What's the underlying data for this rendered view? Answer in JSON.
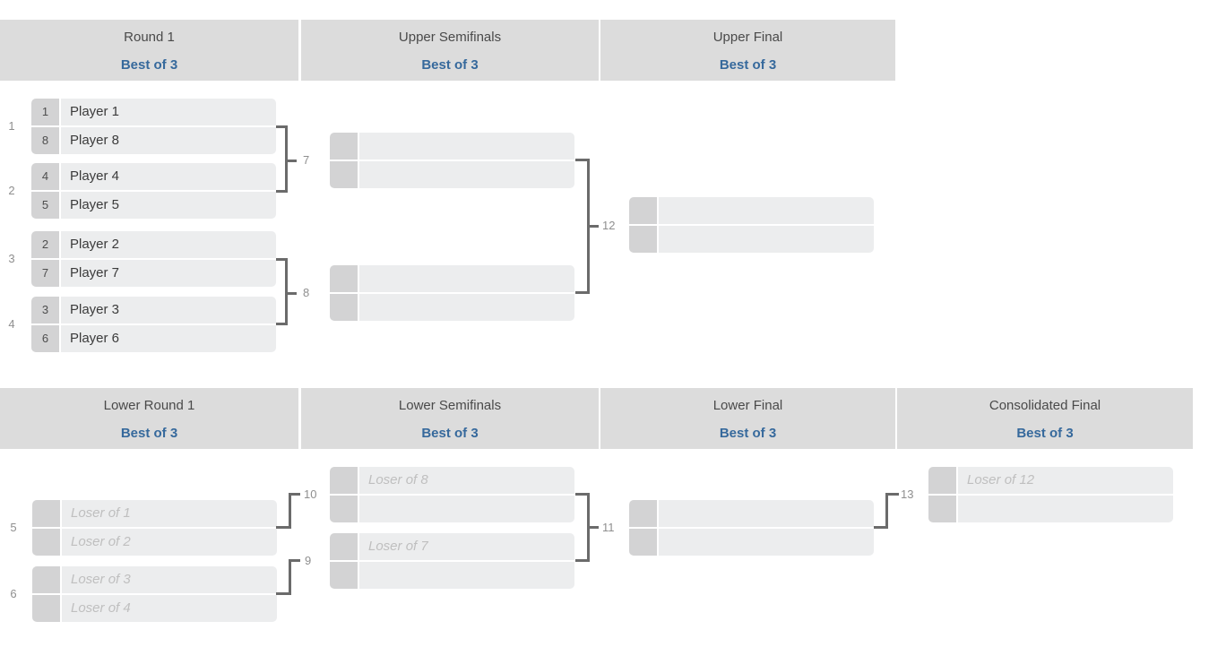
{
  "colors": {
    "accent_blue": "#36699c",
    "header_bg": "#dcdcdc",
    "slot_bg": "#ecedee",
    "seed_bg": "#d3d3d4",
    "connector": "#6b6b6b",
    "hint_text": "#bfbfbf"
  },
  "upper_bracket": {
    "headers": [
      {
        "title": "Round 1",
        "subtitle": "Best of 3"
      },
      {
        "title": "Upper Semifinals",
        "subtitle": "Best of 3"
      },
      {
        "title": "Upper Final",
        "subtitle": "Best of 3"
      }
    ],
    "matches": {
      "m1": {
        "label": "1",
        "slots": [
          {
            "seed": "1",
            "name": "Player 1"
          },
          {
            "seed": "8",
            "name": "Player 8"
          }
        ]
      },
      "m2": {
        "label": "2",
        "slots": [
          {
            "seed": "4",
            "name": "Player 4"
          },
          {
            "seed": "5",
            "name": "Player 5"
          }
        ]
      },
      "m3": {
        "label": "3",
        "slots": [
          {
            "seed": "2",
            "name": "Player 2"
          },
          {
            "seed": "7",
            "name": "Player 7"
          }
        ]
      },
      "m4": {
        "label": "4",
        "slots": [
          {
            "seed": "3",
            "name": "Player 3"
          },
          {
            "seed": "6",
            "name": "Player 6"
          }
        ]
      },
      "m7": {
        "label": "7",
        "slots": [
          {},
          {}
        ]
      },
      "m8": {
        "label": "8",
        "slots": [
          {},
          {}
        ]
      },
      "m12": {
        "label": "12",
        "slots": [
          {},
          {}
        ]
      }
    }
  },
  "lower_bracket": {
    "headers": [
      {
        "title": "Lower Round 1",
        "subtitle": "Best of 3"
      },
      {
        "title": "Lower Semifinals",
        "subtitle": "Best of 3"
      },
      {
        "title": "Lower Final",
        "subtitle": "Best of 3"
      },
      {
        "title": "Consolidated Final",
        "subtitle": "Best of 3"
      }
    ],
    "matches": {
      "m5": {
        "label": "5",
        "slots": [
          {
            "hint": "Loser of 1"
          },
          {
            "hint": "Loser of 2"
          }
        ]
      },
      "m6": {
        "label": "6",
        "slots": [
          {
            "hint": "Loser of 3"
          },
          {
            "hint": "Loser of 4"
          }
        ]
      },
      "m10": {
        "label": "10",
        "slots": [
          {
            "hint": "Loser of 8"
          },
          {}
        ]
      },
      "m9": {
        "label": "9",
        "slots": [
          {
            "hint": "Loser of 7"
          },
          {}
        ]
      },
      "m11": {
        "label": "11",
        "slots": [
          {},
          {}
        ]
      },
      "m13": {
        "label": "13",
        "slots": [
          {
            "hint": "Loser of 12"
          },
          {}
        ]
      }
    }
  }
}
